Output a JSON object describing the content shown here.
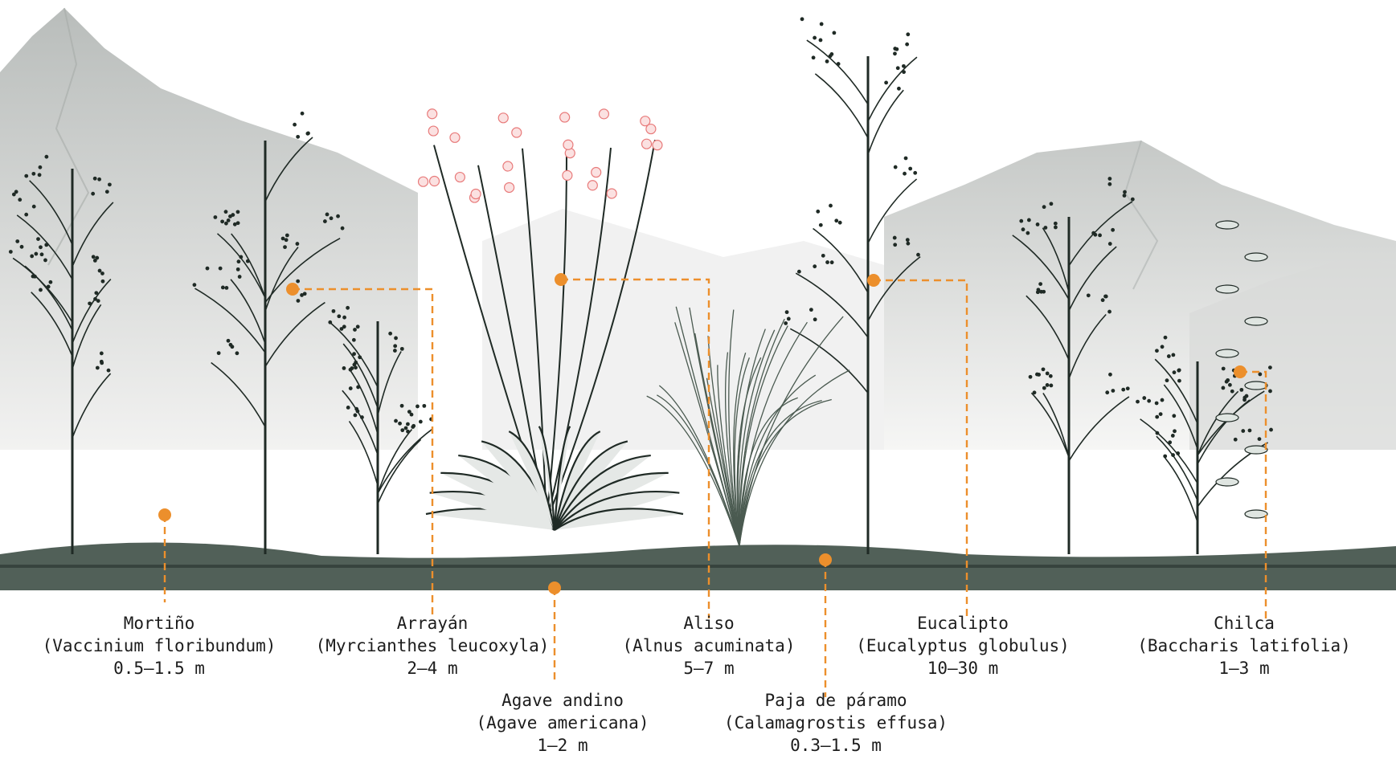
{
  "colors": {
    "accent": "#ec8f2c",
    "ink": "#1f2a25",
    "mountain": "#c9cccb",
    "flower": "#e87a7a",
    "text": "#1c1c1c"
  },
  "plants": [
    {
      "common": "Mortiño",
      "scientific": "(Vaccinium floribundum)",
      "height": "0.5–1.5 m"
    },
    {
      "common": "Arrayán",
      "scientific": "(Myrcianthes leucoxyla)",
      "height": "2–4 m"
    },
    {
      "common": "Agave andino",
      "scientific": "(Agave americana)",
      "height": "1–2 m"
    },
    {
      "common": "Aliso",
      "scientific": "(Alnus acuminata)",
      "height": "5–7 m"
    },
    {
      "common": "Paja de páramo",
      "scientific": "(Calamagrostis effusa)",
      "height": "0.3–1.5 m"
    },
    {
      "common": "Eucalipto",
      "scientific": "(Eucalyptus globulus)",
      "height": "10–30 m"
    },
    {
      "common": "Chilca",
      "scientific": "(Baccharis latifolia)",
      "height": "1–3 m"
    }
  ]
}
